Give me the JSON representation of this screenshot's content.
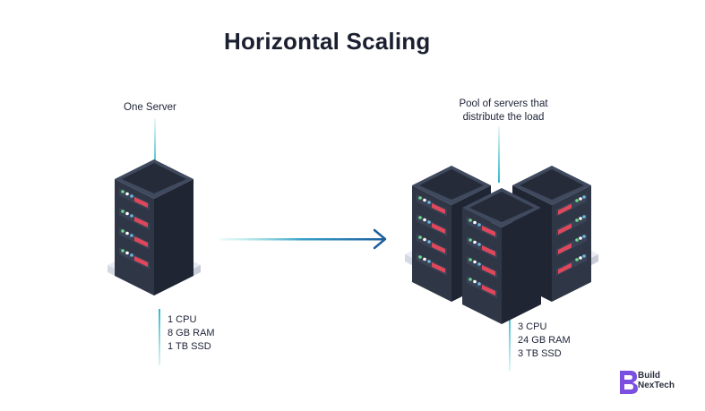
{
  "title": "Horizontal Scaling",
  "single": {
    "label": "One Server",
    "specs": [
      "1 CPU",
      "8 GB RAM",
      "1 TB SSD"
    ]
  },
  "pool": {
    "label_lines": [
      "Pool of servers that",
      "distribute the load"
    ],
    "specs": [
      "3 CPU",
      "24 GB RAM",
      "3 TB SSD"
    ]
  },
  "brand": {
    "name_lines": [
      "Build",
      "NexTech"
    ]
  },
  "colors": {
    "server_body": "#2f3747",
    "server_side": "#1f2533",
    "server_top": "#404a5e",
    "led_red": "#e0475b",
    "led_green": "#6fdc8c",
    "led_blue": "#6ab8e0",
    "platform": "#e4e7ee",
    "connector_line": "#2fb8c8",
    "arrow": "#1d5f9e",
    "brand_purple": "#7b4fe0"
  }
}
